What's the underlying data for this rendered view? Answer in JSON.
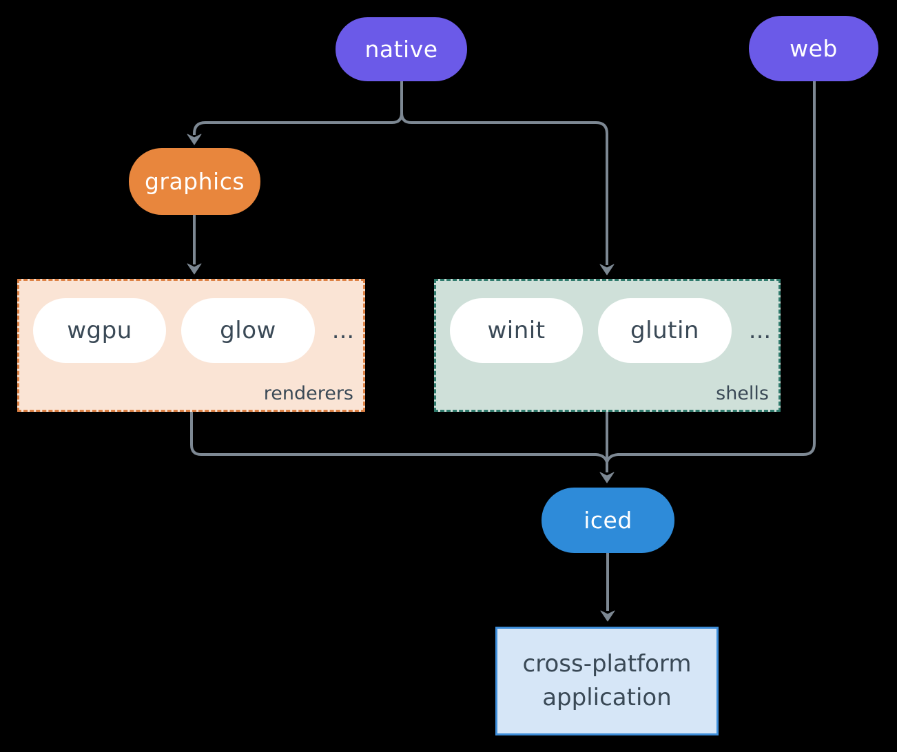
{
  "nodes": {
    "native": "native",
    "web": "web",
    "graphics": "graphics",
    "iced": "iced"
  },
  "groups": {
    "renderers": {
      "label": "renderers",
      "items": [
        "wgpu",
        "glow"
      ],
      "ellipsis": "..."
    },
    "shells": {
      "label": "shells",
      "items": [
        "winit",
        "glutin"
      ],
      "ellipsis": "..."
    }
  },
  "application": {
    "line1": "cross-platform",
    "line2": "application"
  },
  "colors": {
    "purple": "#6B5AE8",
    "orange": "#E8863D",
    "blue": "#2E8BD9",
    "renderers_bg": "#FAE4D5",
    "renderers_border": "#DD8144",
    "shells_bg": "#CFE0D9",
    "shells_border": "#2F7A6C",
    "app_bg": "#D6E6F7",
    "app_border": "#3E8EDA",
    "dark_text": "#3A4956",
    "connector": "#7D8893",
    "background": "#000000"
  }
}
